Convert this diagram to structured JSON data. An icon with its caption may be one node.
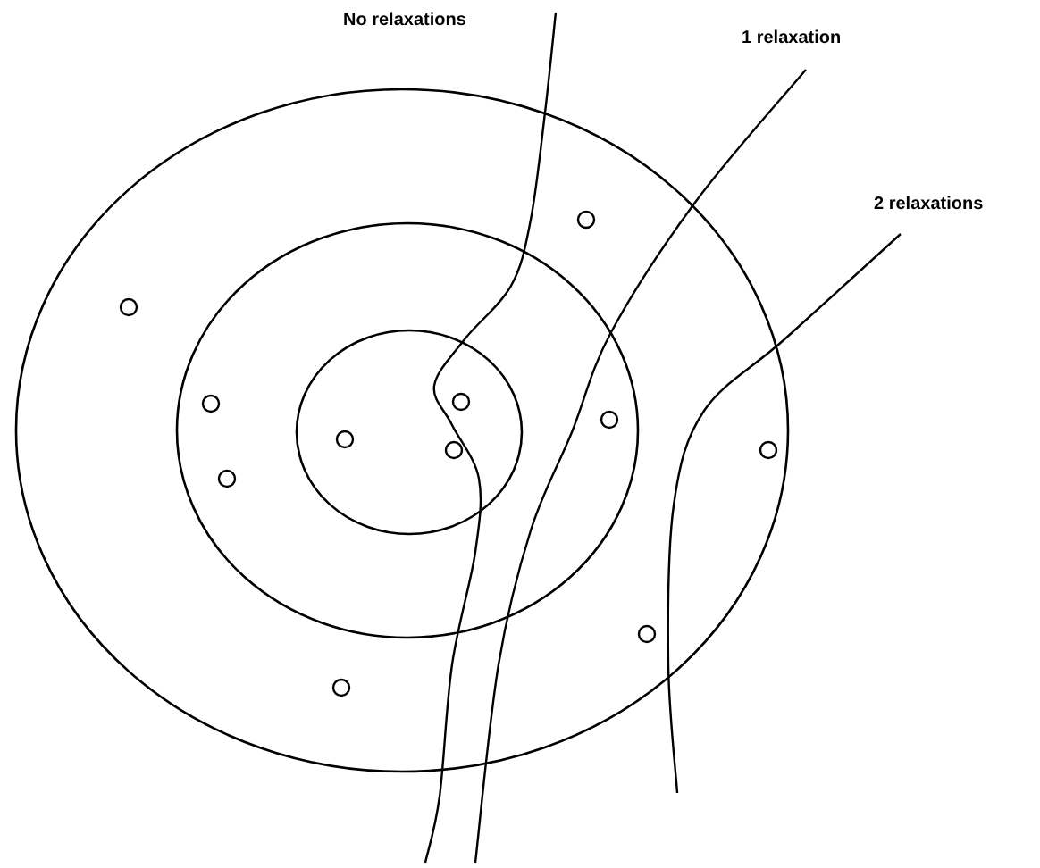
{
  "diagram": {
    "labels": [
      "No relaxations",
      "1 relaxation",
      "2 relaxations"
    ]
  }
}
